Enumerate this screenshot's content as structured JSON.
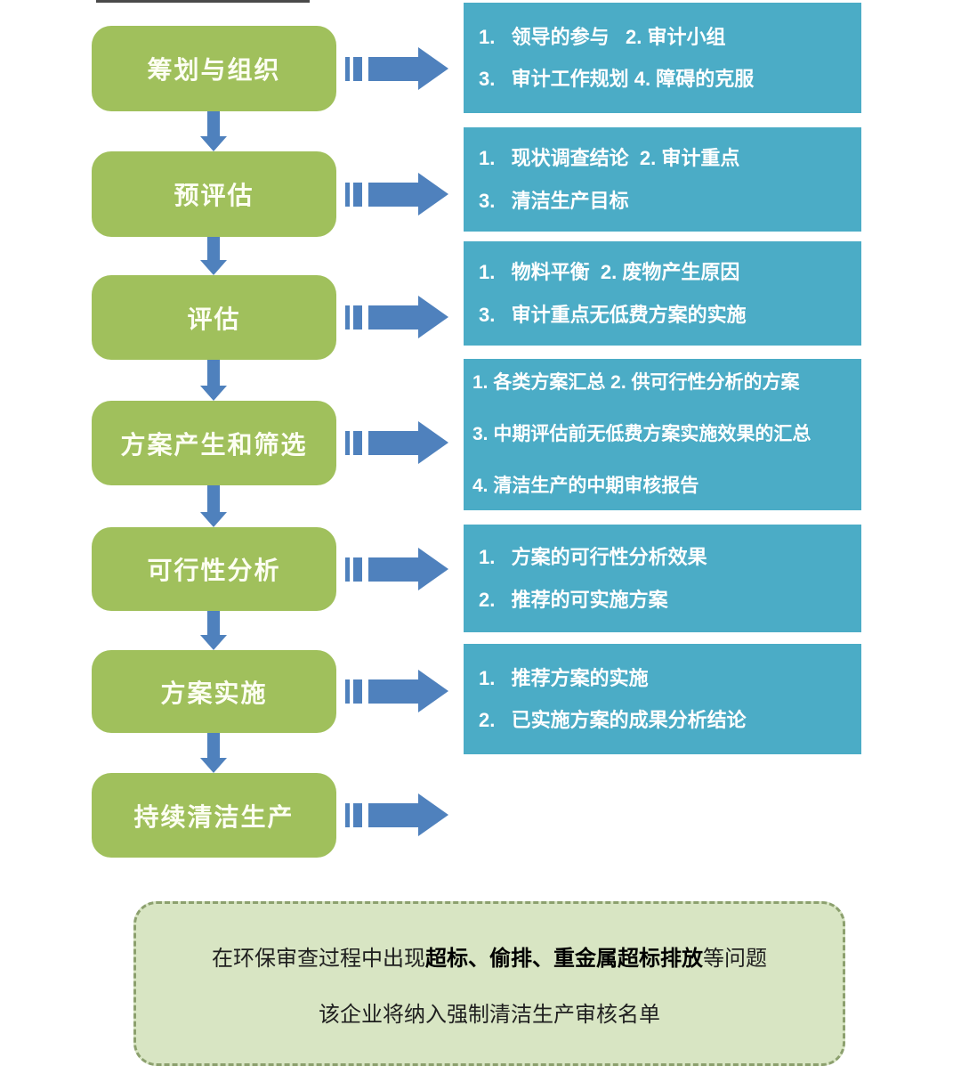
{
  "palette": {
    "step_green": "#A0C05C",
    "output_teal": "#4BACC6",
    "arrow_blue": "#4F81BD",
    "note_background": "#D8E5C3",
    "note_border": "#8CA06E"
  },
  "steps": [
    {
      "label": "筹划与组织",
      "outputs": [
        "1.   领导的参与   2. 审计小组",
        "3.   审计工作规划 4. 障碍的克服"
      ]
    },
    {
      "label": "预评估",
      "outputs": [
        "1.   现状调查结论  2. 审计重点",
        "3.   清洁生产目标"
      ]
    },
    {
      "label": "评估",
      "outputs": [
        "1.   物料平衡  2. 废物产生原因",
        "3.   审计重点无低费方案的实施"
      ]
    },
    {
      "label": "方案产生和筛选",
      "outputs": [
        "1. 各类方案汇总 2. 供可行性分析的方案",
        "3. 中期评估前无低费方案实施效果的汇总",
        "4. 清洁生产的中期审核报告"
      ]
    },
    {
      "label": "可行性分析",
      "outputs": [
        "1.   方案的可行性分析效果",
        "2.   推荐的可实施方案"
      ]
    },
    {
      "label": "方案实施",
      "outputs": [
        "1.   推荐方案的实施",
        "2.   已实施方案的成果分析结论"
      ]
    },
    {
      "label": "持续清洁生产",
      "outputs": []
    }
  ],
  "note": {
    "line1_prefix": "在环保审查过程中出现",
    "line1_bold": "超标、偷排、重金属超标排放",
    "line1_suffix": "等问题",
    "line2": "该企业将纳入强制清洁生产审核名单"
  }
}
